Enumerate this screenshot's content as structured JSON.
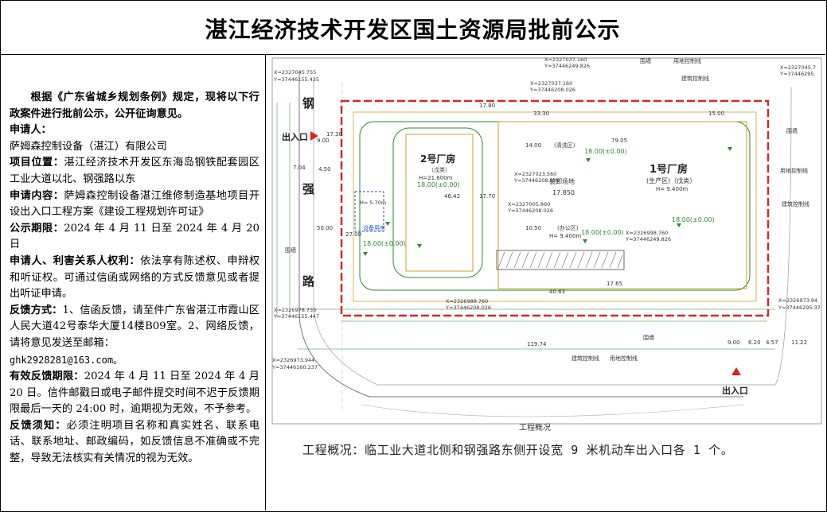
{
  "header": {
    "title": "湛江经济技术开发区国土资源局批前公示"
  },
  "notice": {
    "lead": "根据《广东省城乡规划条例》规定，现将以下行政案件进行批前公示，公开征询意见。",
    "applicant_label": "申请人：",
    "applicant": "萨姆森控制设备（湛江）有限公司",
    "location_label": "项目位置：",
    "location": "湛江经济技术开发区东海岛钢铁配套园区工业大道以北、钢强路以东",
    "content_label": "申请内容：",
    "content": "萨姆森控制设备湛江维修制造基地项目开设出入口工程方案《建设工程规划许可证》",
    "period_label": "公示期限：",
    "period": "2024 年 4 月 11 日至 2024 年 4 月 20 日",
    "rights_label": "申请人、利害关系人权利：",
    "rights": "依法享有陈述权、申辩权和听证权。可通过信函或网络的方式反馈意见或者提出听证申请。",
    "feedback_label": "反馈方式：",
    "feedback_1": "1、信函反馈，请至件广东省湛江市霞山区人民大道42号泰华大厦14楼B09室。",
    "feedback_2": "2、网络反馈，请将意见发送至邮箱：",
    "email": "ghk2928281@163.com。",
    "valid_label": "有效反馈期限：",
    "valid": "2024 年 4 月 11 日至 2024 年 4 月 20 日。信件邮戳日或电子邮件提交时间不迟于反馈期限最后一天的 24:00 时，逾期视为无效，不予参考。",
    "notes_label": "反馈须知：",
    "notes": "必须注明项目名称和真实姓名、联系电话、联系地址、邮政编码，如反馈信息不准确或不完整，导致无法核实有关情况的视为无效。"
  },
  "plan": {
    "caption": "工程概况",
    "summary": "工程概况：临工业大道北侧和钢强路东侧开设宽 9 米机动车出入口各 1 个。",
    "road_chars": [
      "钢",
      "强",
      "路"
    ],
    "entrance_label": "出入口",
    "building_1": "1号厂房",
    "building_1_sub": "(生产区)（戊类）",
    "building_2": "2号厂房",
    "building_2_sub": "（戊类）",
    "loading": "装卸场地",
    "loading_elev": "17.850",
    "office": "(办公区)",
    "clean_area": "(清洗区)",
    "equipment": "设备用房",
    "wall": "围墙",
    "red_line": "用地控制线",
    "build_line": "建筑控制线",
    "elev_main": "18.00(±0.00)",
    "height_1": "H= 9.400m",
    "height_2": "H=21.600m",
    "height_3": "H= 5.70m",
    "dims": {
      "d_17_30": "17.30",
      "d_7_04": "7.04",
      "d_9_00": "9.00",
      "d_4_50": "4.50",
      "d_79_05": "79.05",
      "d_46_42": "46.42",
      "d_50_00": "50.00",
      "d_119_74": "119.74",
      "d_17_70": "17.70",
      "d_17_80": "17.80",
      "d_6_20": "6.20",
      "d_4_57": "4.57",
      "d_11_22": "11.22",
      "d_10_50": "10.50",
      "d_14_00": "14.00",
      "d_27_00": "27.00",
      "d_40_63": "40.63",
      "d_17_65": "17.65",
      "d_33_30": "33.30",
      "d_15_00": "15.00"
    },
    "coords": {
      "c1": "X=2327045.755",
      "c1y": "Y=37446155.435",
      "c2": "X=2327037.160",
      "c2y": "Y=37446249.826",
      "c3": "X=2327037.160",
      "c3y": "Y=37446208.026",
      "c4": "X=2327045.7",
      "c4y": "Y=37446295.",
      "c5": "X=2326978.733",
      "c5y": "Y=37446155.447",
      "c6": "X=2326973.944",
      "c6y": "Y=37446160.237",
      "c7": "X=2326973.94",
      "c7y": "Y=37446295.37",
      "c8": "X=2327023.560",
      "c8y": "Y=37446208.026",
      "c9": "X=2327005.860",
      "c9y": "Y=37446208.026",
      "c10": "X=2326998.760",
      "c10y": "Y=37446249.826",
      "c11": "X=2326988.760",
      "c11y": "Y=37446208.026"
    }
  }
}
